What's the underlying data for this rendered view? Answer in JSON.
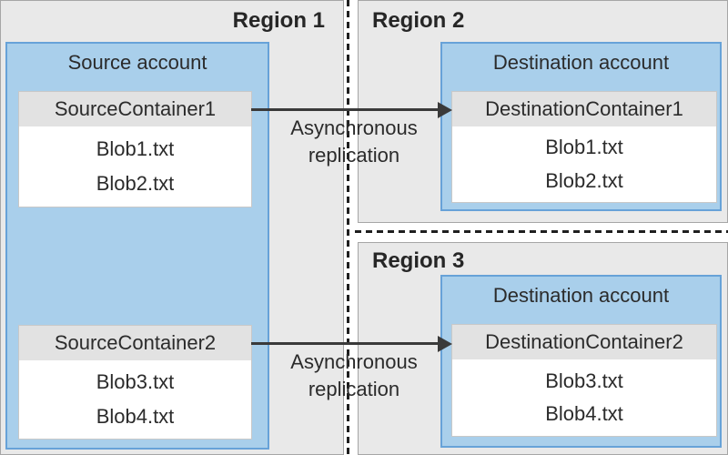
{
  "regions": [
    {
      "name": "Region 1",
      "account": {
        "name": "Source account",
        "containers": [
          {
            "name": "SourceContainer1",
            "blobs": [
              "Blob1.txt",
              "Blob2.txt"
            ]
          },
          {
            "name": "SourceContainer2",
            "blobs": [
              "Blob3.txt",
              "Blob4.txt"
            ]
          }
        ]
      }
    },
    {
      "name": "Region 2",
      "account": {
        "name": "Destination account",
        "containers": [
          {
            "name": "DestinationContainer1",
            "blobs": [
              "Blob1.txt",
              "Blob2.txt"
            ]
          }
        ]
      }
    },
    {
      "name": "Region 3",
      "account": {
        "name": "Destination account",
        "containers": [
          {
            "name": "DestinationContainer2",
            "blobs": [
              "Blob3.txt",
              "Blob4.txt"
            ]
          }
        ]
      }
    }
  ],
  "arrows": [
    {
      "label": "Asynchronous replication"
    },
    {
      "label": "Asynchronous replication"
    }
  ],
  "colors": {
    "region_fill": "#e9e9e9",
    "region_border": "#a6a6a6",
    "account_fill": "#a9cfeb",
    "account_border": "#67a2d8",
    "container_fill": "#ffffff",
    "container_border": "#c8c8c8",
    "container_header_fill": "#e2e2e2",
    "arrow": "#3a3a3a",
    "dashed_separator": "#1f1f1f",
    "text": "#2b2b2b"
  }
}
